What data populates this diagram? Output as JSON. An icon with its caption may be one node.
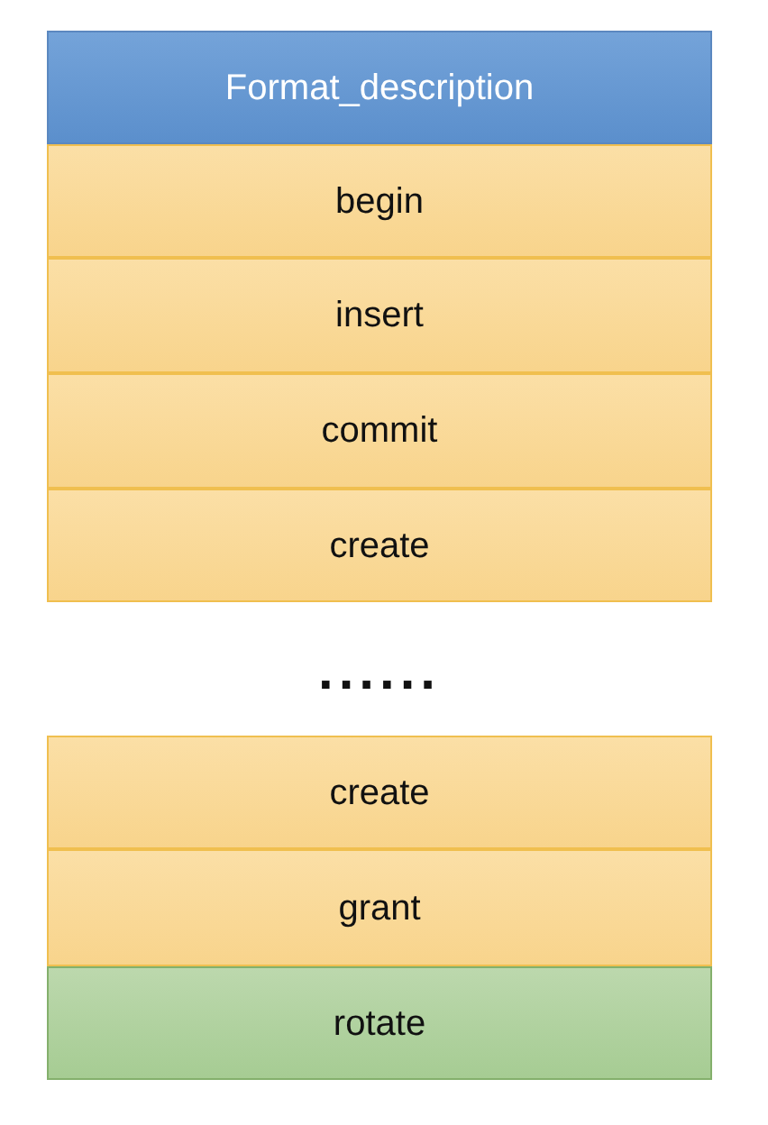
{
  "diagram": {
    "nodes": [
      {
        "text": [
          "Format_description"
        ]
      },
      {
        "text": [
          "begin"
        ]
      },
      {
        "text": [
          "insert"
        ]
      },
      {
        "text": [
          "commit"
        ]
      },
      {
        "text": [
          "create"
        ]
      },
      {
        "text": [
          "create"
        ]
      },
      {
        "text": [
          "grant"
        ]
      },
      {
        "text": [
          "rotate"
        ]
      }
    ],
    "labels": [
      "......"
    ]
  }
}
